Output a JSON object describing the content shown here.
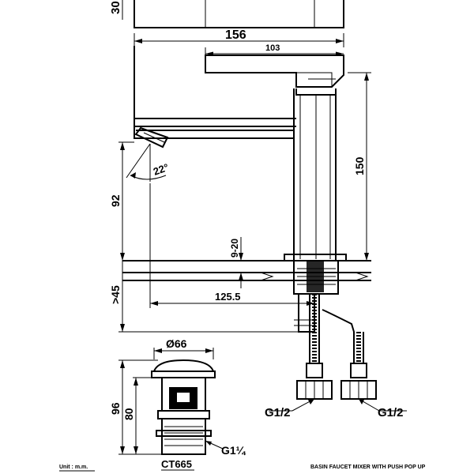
{
  "dimensions": {
    "top_partial": "30",
    "overall_width": "156",
    "spout_width": "103",
    "body_height": "150",
    "spout_height": "92",
    "counter_thickness": "9-20",
    "min_clearance": ">45",
    "reach": "125.5",
    "spout_angle": "22°"
  },
  "fittings": {
    "inlet_left": "G1/2",
    "inlet_right": "G1/2"
  },
  "popup": {
    "diameter": "Ø66",
    "total_height": "96",
    "body_height": "80",
    "thread": "G1¼",
    "model": "CT665"
  },
  "footer": {
    "unit": "Unit : m.m.",
    "caption": "BASIN FAUCET MIXER WITH PUSH POP UP"
  }
}
